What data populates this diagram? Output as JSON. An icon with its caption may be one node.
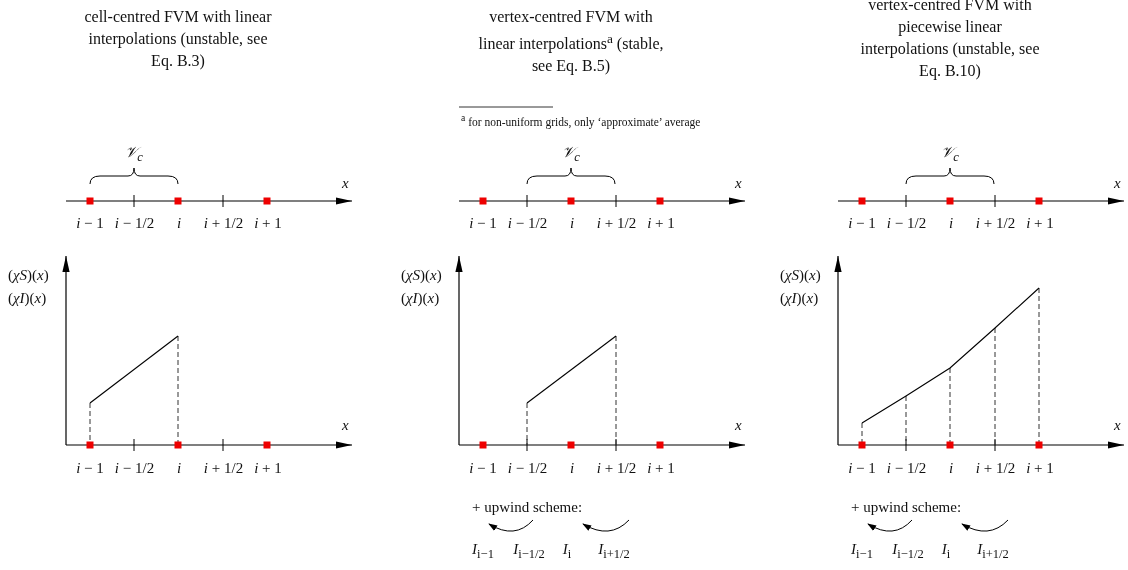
{
  "diagram": {
    "labels": [
      "cell-centred FVM with linear interpolations (unstable, see Eq. B.3)",
      "𝒱$_{c}$",
      "x",
      "*i* − 1",
      "*i* − 1/2",
      "*i*",
      "*i* + 1/2",
      "*i* + 1",
      "(*χS*)(*x*)",
      "(*χI*)(*x*)",
      "x",
      "*i* − 1",
      "*i* − 1/2",
      "*i*",
      "*i* + 1/2",
      "*i* + 1",
      "vertex-centred FVM with linear interpolations$^{a}$ (stable, see Eq. B.5)",
      "$^{a}$ for non-uniform grids, only ‘approximate’ average",
      "𝒱$_{c}$",
      "x",
      "*i* − 1",
      "*i* − 1/2",
      "*i*",
      "*i* + 1/2",
      "*i* + 1",
      "(*χS*)(*x*)",
      "(*χI*)(*x*)",
      "x",
      "*i* − 1",
      "*i* − 1/2",
      "*i*",
      "*i* + 1/2",
      "*i* + 1",
      "+ upwind scheme:",
      "*I*$_{i−1}$",
      "*I*$_{i−1/2}$",
      "*I*$_{i}$",
      "*I*$_{i+1/2}$",
      "vertex-centred FVM with piecewise linear interpolations (unstable, see Eq. B.10)",
      "𝒱$_{c}$",
      "x",
      "*i* − 1",
      "*i* − 1/2",
      "*i*",
      "*i* + 1/2",
      "*i* + 1",
      "(*χS*)(*x*)",
      "(*χI*)(*x*)",
      "x",
      "*i* − 1",
      "*i* − 1/2",
      "*i*",
      "*i* + 1/2",
      "*i* + 1",
      "+ upwind scheme:",
      "*I*$_{i−1}$",
      "*I*$_{i−1/2}$",
      "*I*$_{i}$",
      "*I*$_{i+1/2}$"
    ]
  }
}
